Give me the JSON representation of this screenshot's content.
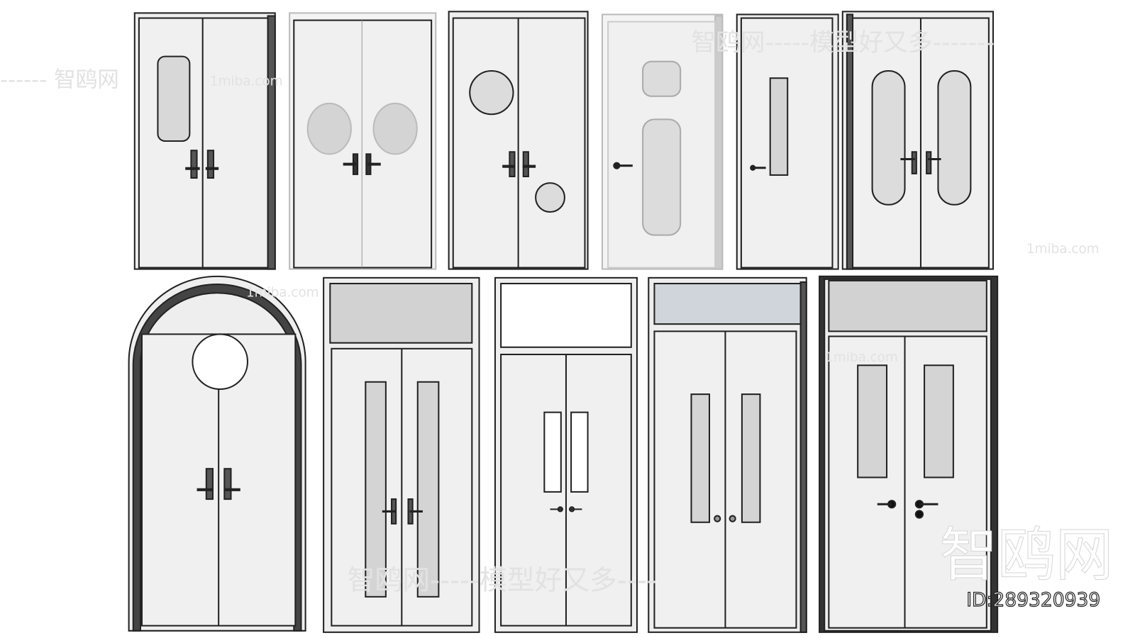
{
  "watermarks": {
    "brand": "智鸥网",
    "slogan": "智鸥网-----模型好又多----",
    "site": "1miba.com",
    "dash_brand": "------ 智鸥网",
    "top_slogan": "智鸥网-----模型好又多-------"
  },
  "id_label": "ID:289320939",
  "colors": {
    "frame": "#2a2a2a",
    "panel": "#f0f0f0",
    "glass": "#d2d2d2",
    "glass_blue": "#cfd5da"
  }
}
